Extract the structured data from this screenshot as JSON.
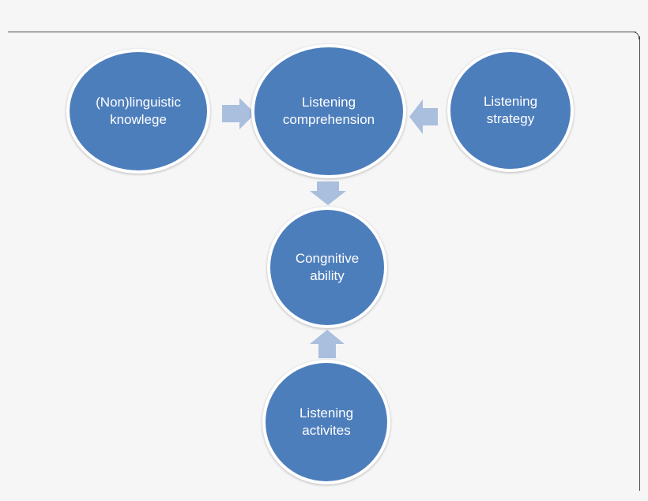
{
  "diagram": {
    "nodes": {
      "nonlinguistic": {
        "label": "(Non)linguistic\nknowlege"
      },
      "comprehension": {
        "label": "Listening\ncomprehension"
      },
      "strategy": {
        "label": "Listening\nstrategy"
      },
      "cognitive": {
        "label": "Congnitive\nability"
      },
      "activities": {
        "label": "Listening\nactivites"
      }
    },
    "edges": [
      {
        "from": "(Non)linguistic knowlege",
        "to": "Listening comprehension"
      },
      {
        "from": "Listening strategy",
        "to": "Listening comprehension"
      },
      {
        "from": "Listening comprehension",
        "to": "Congnitive ability"
      },
      {
        "from": "Listening activites",
        "to": "Congnitive ability"
      }
    ],
    "colors": {
      "node_fill": "#4d7ebc",
      "node_border": "#ffffff",
      "arrow_fill": "#a9bfdd",
      "background": "#f6f6f7"
    }
  }
}
